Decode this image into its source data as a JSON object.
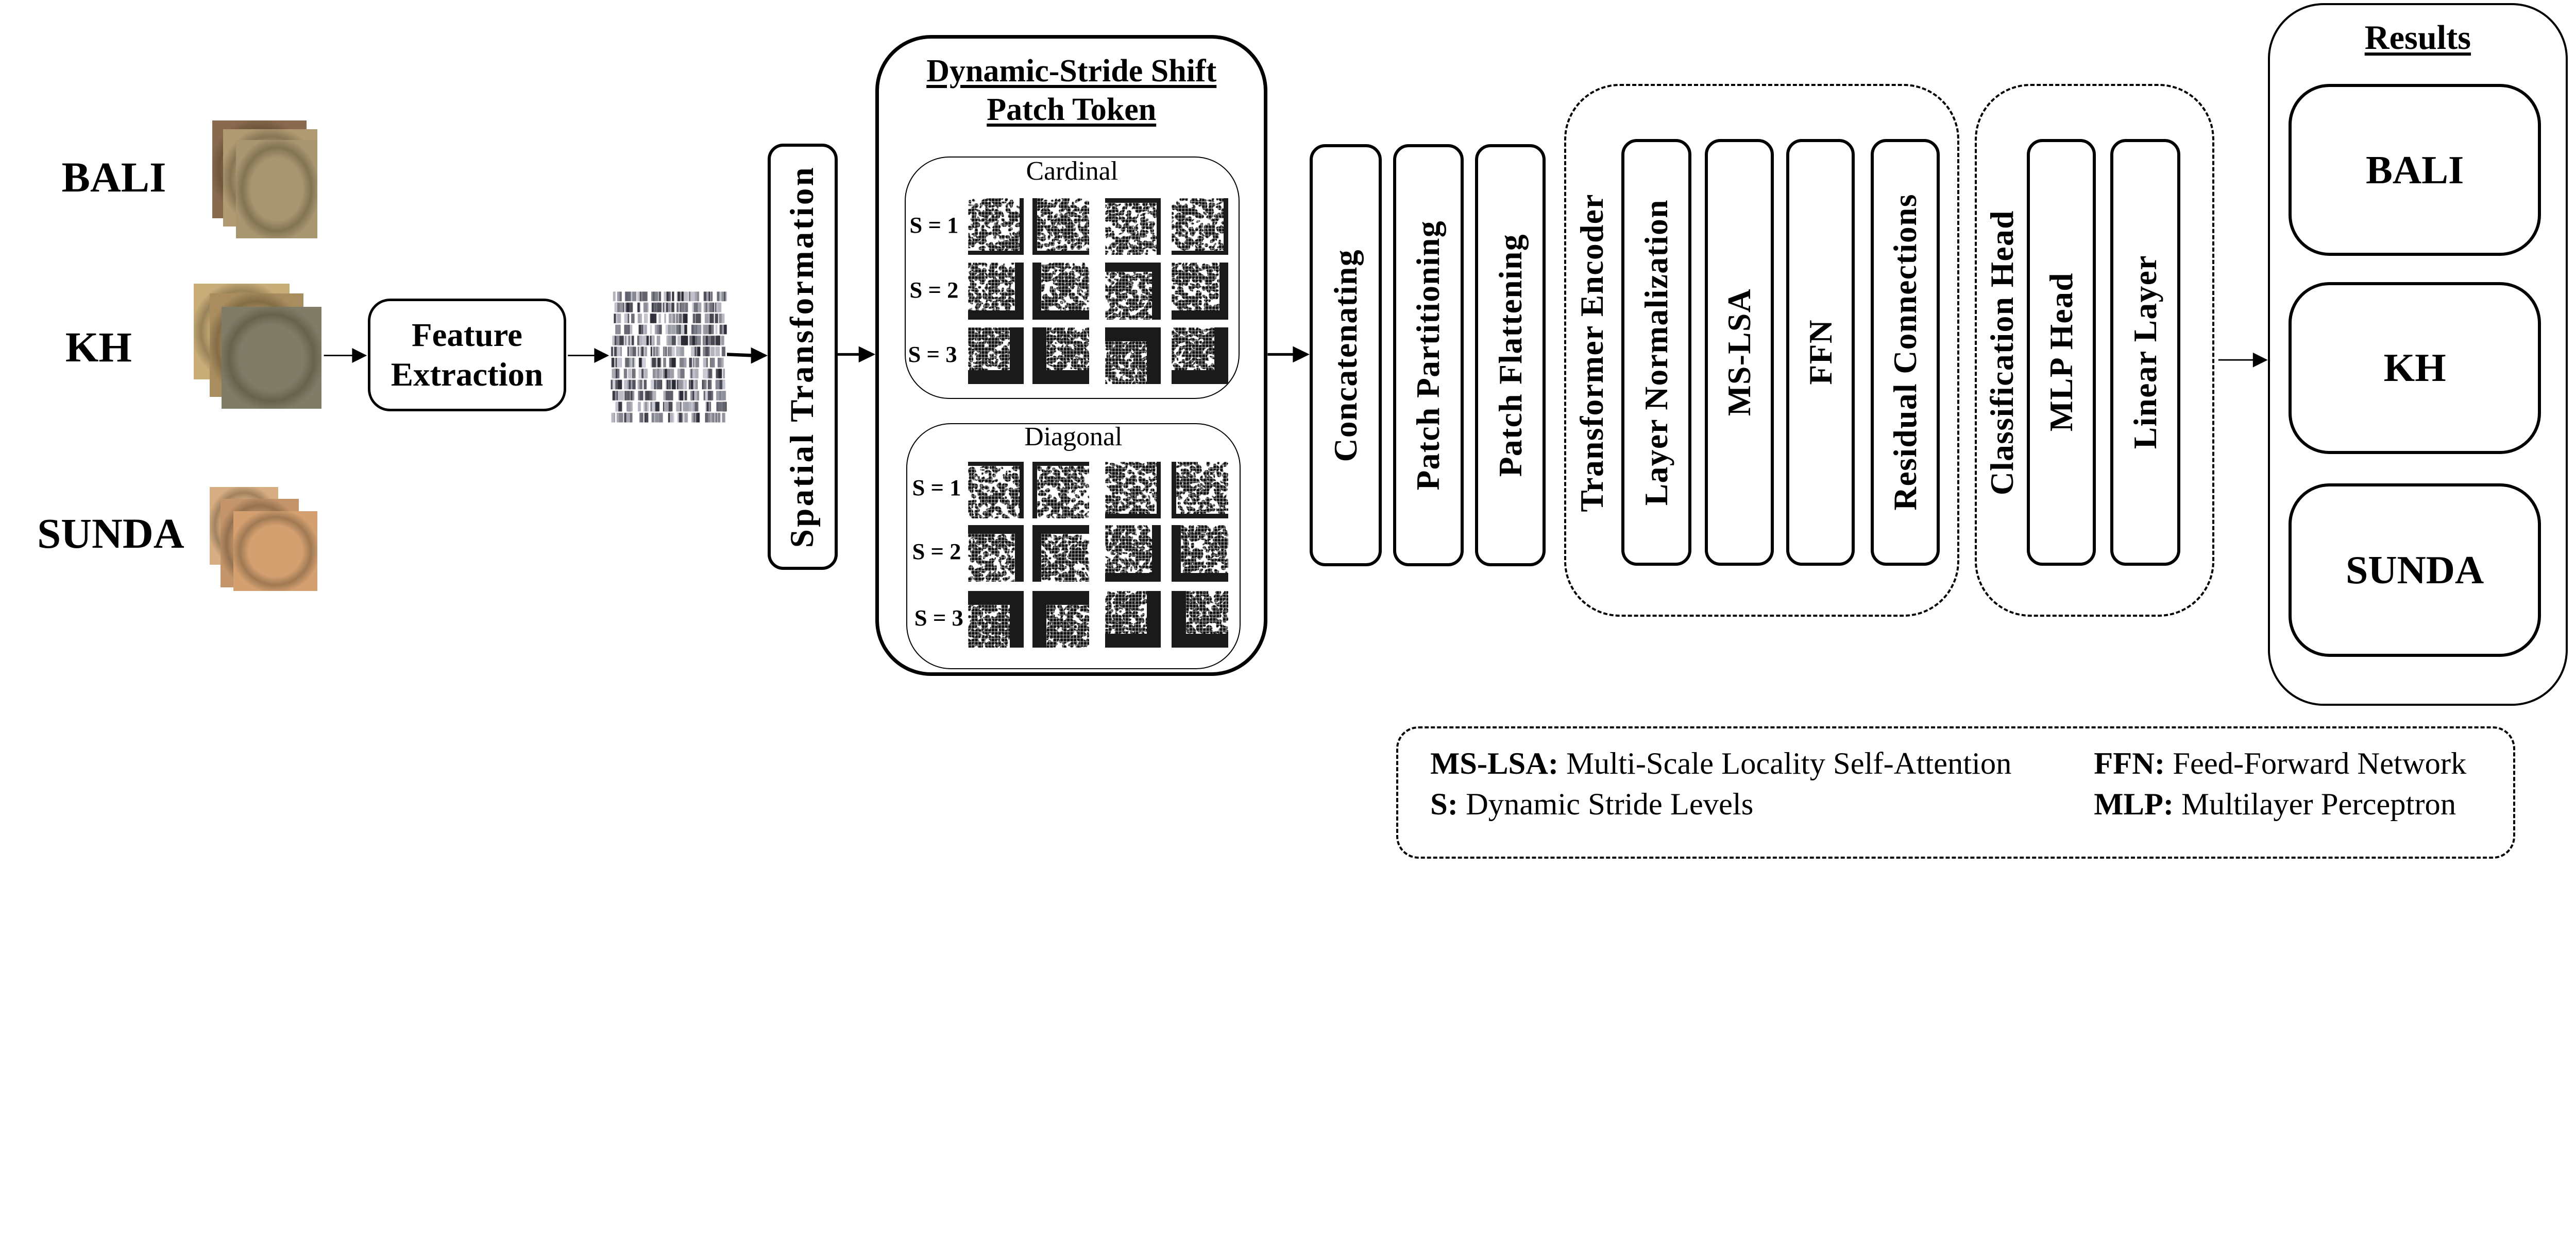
{
  "inputs": [
    {
      "label": "BALI",
      "colors": [
        "#8a6a4e",
        "#b09a72",
        "#a89670"
      ]
    },
    {
      "label": "KH",
      "colors": [
        "#c9ad78",
        "#a98d5e",
        "#7f7d68"
      ]
    },
    {
      "label": "SUNDA",
      "colors": [
        "#d7ad82",
        "#c4946a",
        "#d4a070"
      ]
    }
  ],
  "feature_extraction": {
    "line1": "Feature",
    "line2": "Extraction"
  },
  "spatial_transformation": "Spatial Transformation",
  "dsspt": {
    "title_line1": "Dynamic-Stride Shift",
    "title_line2": "Patch Token",
    "groups": [
      {
        "label": "Cardinal",
        "rows": [
          "S = 1",
          "S = 2",
          "S = 3"
        ]
      },
      {
        "label": "Diagonal",
        "rows": [
          "S = 1",
          "S = 2",
          "S = 3"
        ]
      }
    ]
  },
  "stages": [
    "Concatenating",
    "Patch Partitioning",
    "Patch Flattening"
  ],
  "transformer_encoder": {
    "label": "Transformer Encoder",
    "blocks": [
      "Layer Normalization",
      "MS-LSA",
      "FFN",
      "Residual Connections"
    ]
  },
  "classification_head": {
    "label": "Classification Head",
    "blocks": [
      "MLP Head",
      "Linear Layer"
    ]
  },
  "results": {
    "title": "Results",
    "classes": [
      "BALI",
      "KH",
      "SUNDA"
    ]
  },
  "legend": [
    {
      "abbr": "MS-LSA:",
      "text": "Multi-Scale Locality Self-Attention"
    },
    {
      "abbr": "FFN:",
      "text": "Feed-Forward Network"
    },
    {
      "abbr": "S:",
      "text": "Dynamic Stride Levels"
    },
    {
      "abbr": "MLP:",
      "text": "Multilayer Perceptron"
    }
  ]
}
